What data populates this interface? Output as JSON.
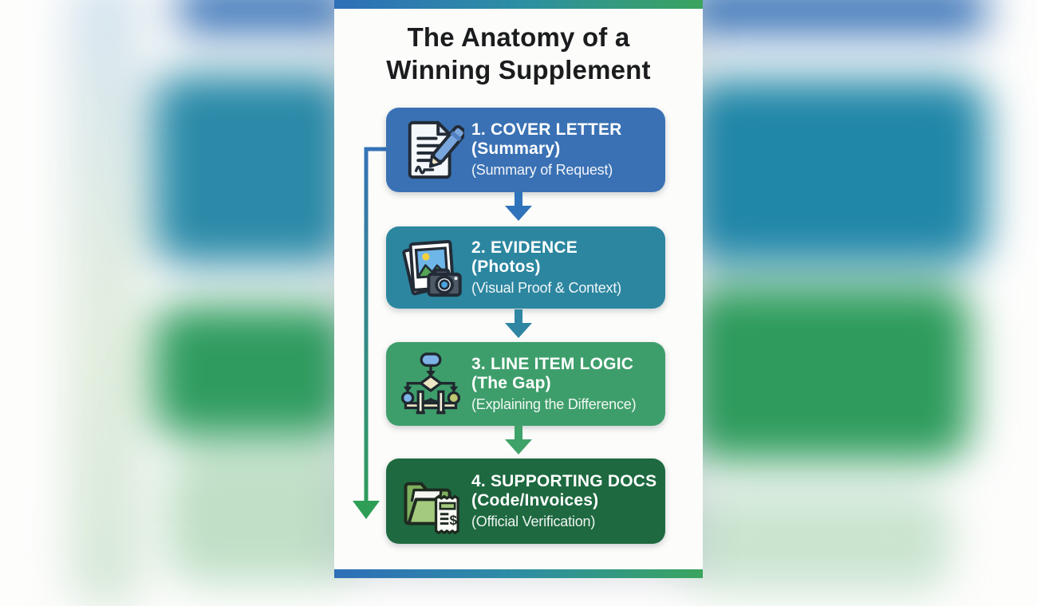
{
  "title": {
    "line1": "The Anatomy of a",
    "line2": "Winning Supplement"
  },
  "steps": [
    {
      "heading": "1. COVER LETTER",
      "heading2": "(Summary)",
      "description": "(Summary of Request)",
      "icon": "document-pen-icon",
      "color": "#3a71b4",
      "arrow_color": "#2f73ba"
    },
    {
      "heading": "2. EVIDENCE",
      "heading2": "(Photos)",
      "description": "(Visual Proof & Context)",
      "icon": "photos-camera-icon",
      "color": "#2c86a0",
      "arrow_color": "#2e86a3"
    },
    {
      "heading": "3. LINE ITEM LOGIC",
      "heading2": "(The Gap)",
      "description": "(Explaining the Difference)",
      "icon": "flowchart-bridge-icon",
      "color": "#3e9e6b",
      "arrow_color": "#3fa268"
    },
    {
      "heading": "4. SUPPORTING DOCS",
      "heading2": "(Code/Invoices)",
      "description": "(Official Verification)",
      "icon": "folder-invoice-icon",
      "color": "#1e6940"
    }
  ],
  "connector": {
    "gradient_top": "#3573b7",
    "gradient_bottom": "#2e9e57"
  },
  "accent_bar": {
    "left_color": "#2e6fb8",
    "mid_color": "#2d8ea4",
    "right_color": "#3aa45e"
  },
  "panel": {
    "background": "#fcfcfa",
    "title_color": "#1a1c1e"
  },
  "icon_glyphs": {
    "dollar": "$"
  }
}
